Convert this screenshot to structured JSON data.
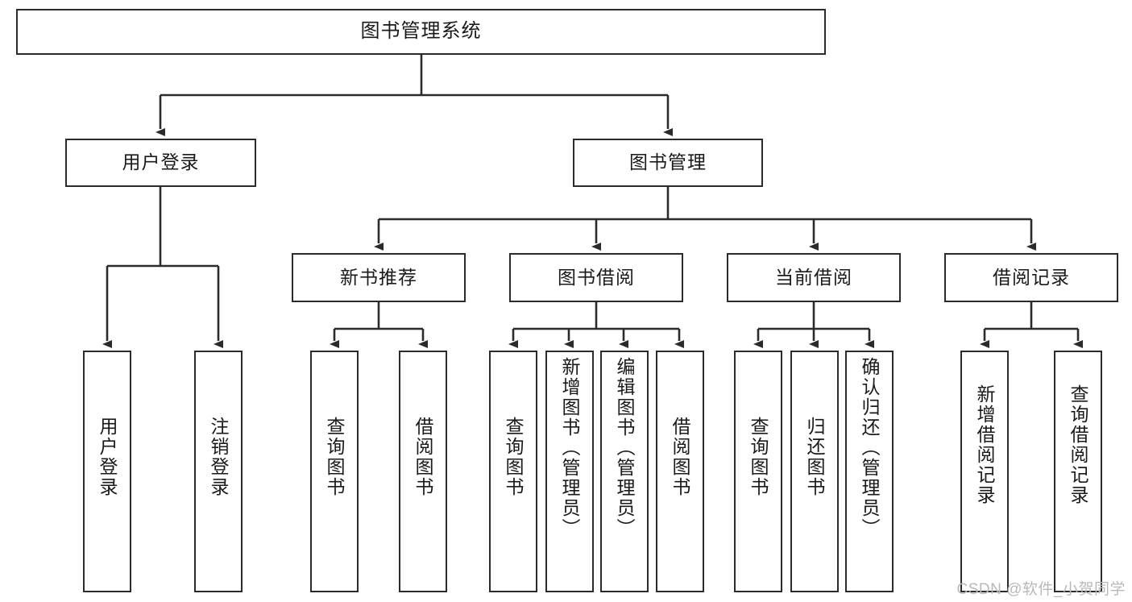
{
  "diagram": {
    "title": "图书管理系统",
    "root": {
      "label": "图书管理系统"
    },
    "level1": [
      {
        "label": "用户登录"
      },
      {
        "label": "图书管理"
      }
    ],
    "level2": [
      {
        "label": "新书推荐"
      },
      {
        "label": "图书借阅"
      },
      {
        "label": "当前借阅"
      },
      {
        "label": "借阅记录"
      }
    ],
    "leaves": [
      {
        "label": "用户登录"
      },
      {
        "label": "注销登录"
      },
      {
        "label": "查询图书"
      },
      {
        "label": "借阅图书"
      },
      {
        "label": "查询图书"
      },
      {
        "label": "新增图书（管理员）"
      },
      {
        "label": "编辑图书（管理员）"
      },
      {
        "label": "借阅图书"
      },
      {
        "label": "查询图书"
      },
      {
        "label": "归还图书"
      },
      {
        "label": "确认归还（管理员）"
      },
      {
        "label": "新增借阅记录"
      },
      {
        "label": "查询借阅记录"
      }
    ]
  },
  "watermark": {
    "text": "CSDN @软件_小贺同学"
  },
  "colors": {
    "stroke": "#2b2b2b",
    "text": "#1a1a1a",
    "background": "#ffffff",
    "watermark": "#b9b9b9"
  }
}
